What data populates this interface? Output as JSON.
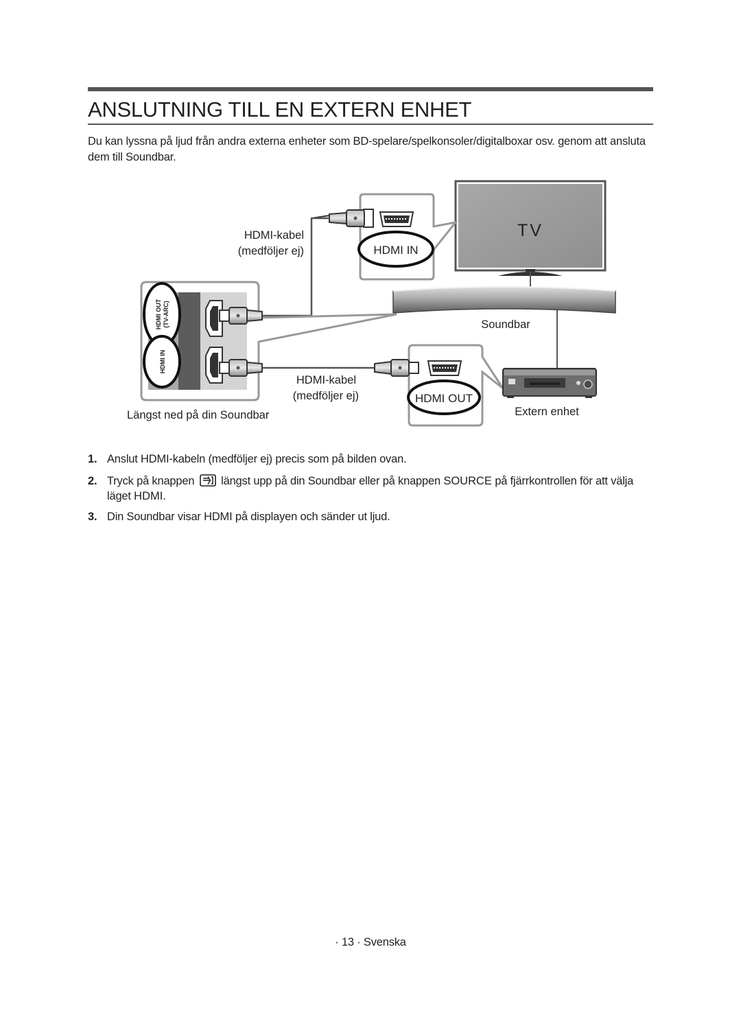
{
  "page": {
    "title": "ANSLUTNING TILL EN EXTERN ENHET",
    "intro": "Du kan lyssna på ljud från andra externa enheter som BD-spelare/spelkonsoler/digitalboxar osv. genom att ansluta dem till Soundbar."
  },
  "diagram": {
    "tv_label": "TV",
    "cable_top_line1": "HDMI-kabel",
    "cable_top_line2": "(medföljer ej)",
    "hdmi_in_label": "HDMI IN",
    "soundbar_label": "Soundbar",
    "port_hdmi_out_line1": "HDMI OUT",
    "port_hdmi_out_line2": "(TV-ARC)",
    "port_hdmi_in": "HDMI IN",
    "cable_bottom_line1": "HDMI-kabel",
    "cable_bottom_line2": "(medföljer ej)",
    "hdmi_out_label": "HDMI OUT",
    "bottom_caption": "Längst ned på din Soundbar",
    "external_label": "Extern enhet"
  },
  "steps": [
    {
      "num": "1.",
      "text": "Anslut HDMI-kabeln (medföljer ej) precis som på bilden ovan."
    },
    {
      "num": "2.",
      "text_a": "Tryck på knappen",
      "icon": "source-icon",
      "text_b": "längst upp på din Soundbar eller på knappen",
      "kw_source": "SOURCE",
      "text_c": "på fjärrkontrollen för att välja läget",
      "kw_hdmi": "HDMI",
      "text_d": "."
    },
    {
      "num": "3.",
      "text": "Din Soundbar visar HDMI på displayen och sänder ut ljud."
    }
  ],
  "footer": "· 13 · Svenska"
}
